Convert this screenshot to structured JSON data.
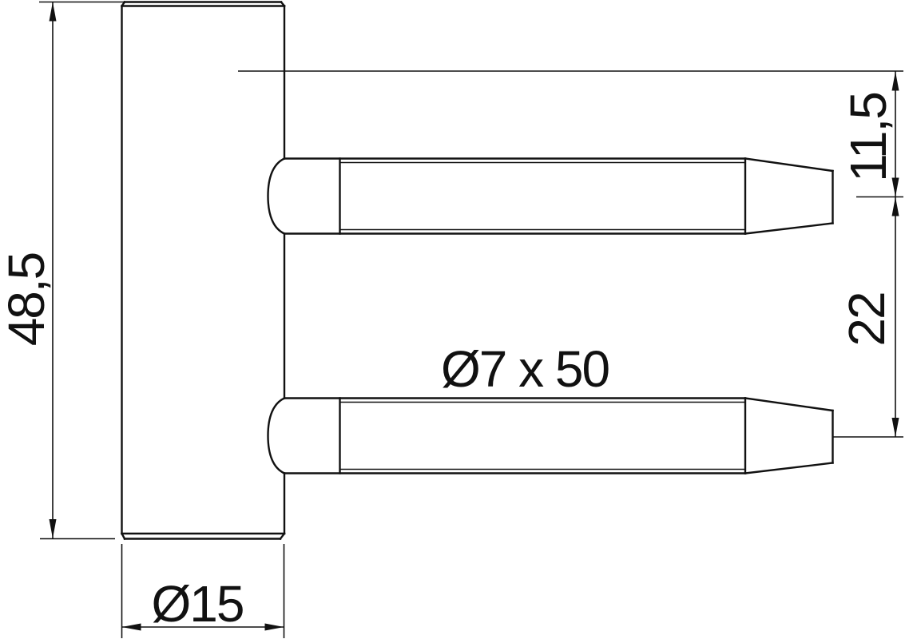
{
  "drawing": {
    "labels": {
      "overall_height": "48,5",
      "pin_offset_top": "11,5",
      "pin_center_spacing": "22",
      "pin_spec": "Ø7 x 50",
      "barrel_diameter": "Ø15"
    },
    "colors": {
      "line": "#111111",
      "background": "#ffffff"
    }
  }
}
